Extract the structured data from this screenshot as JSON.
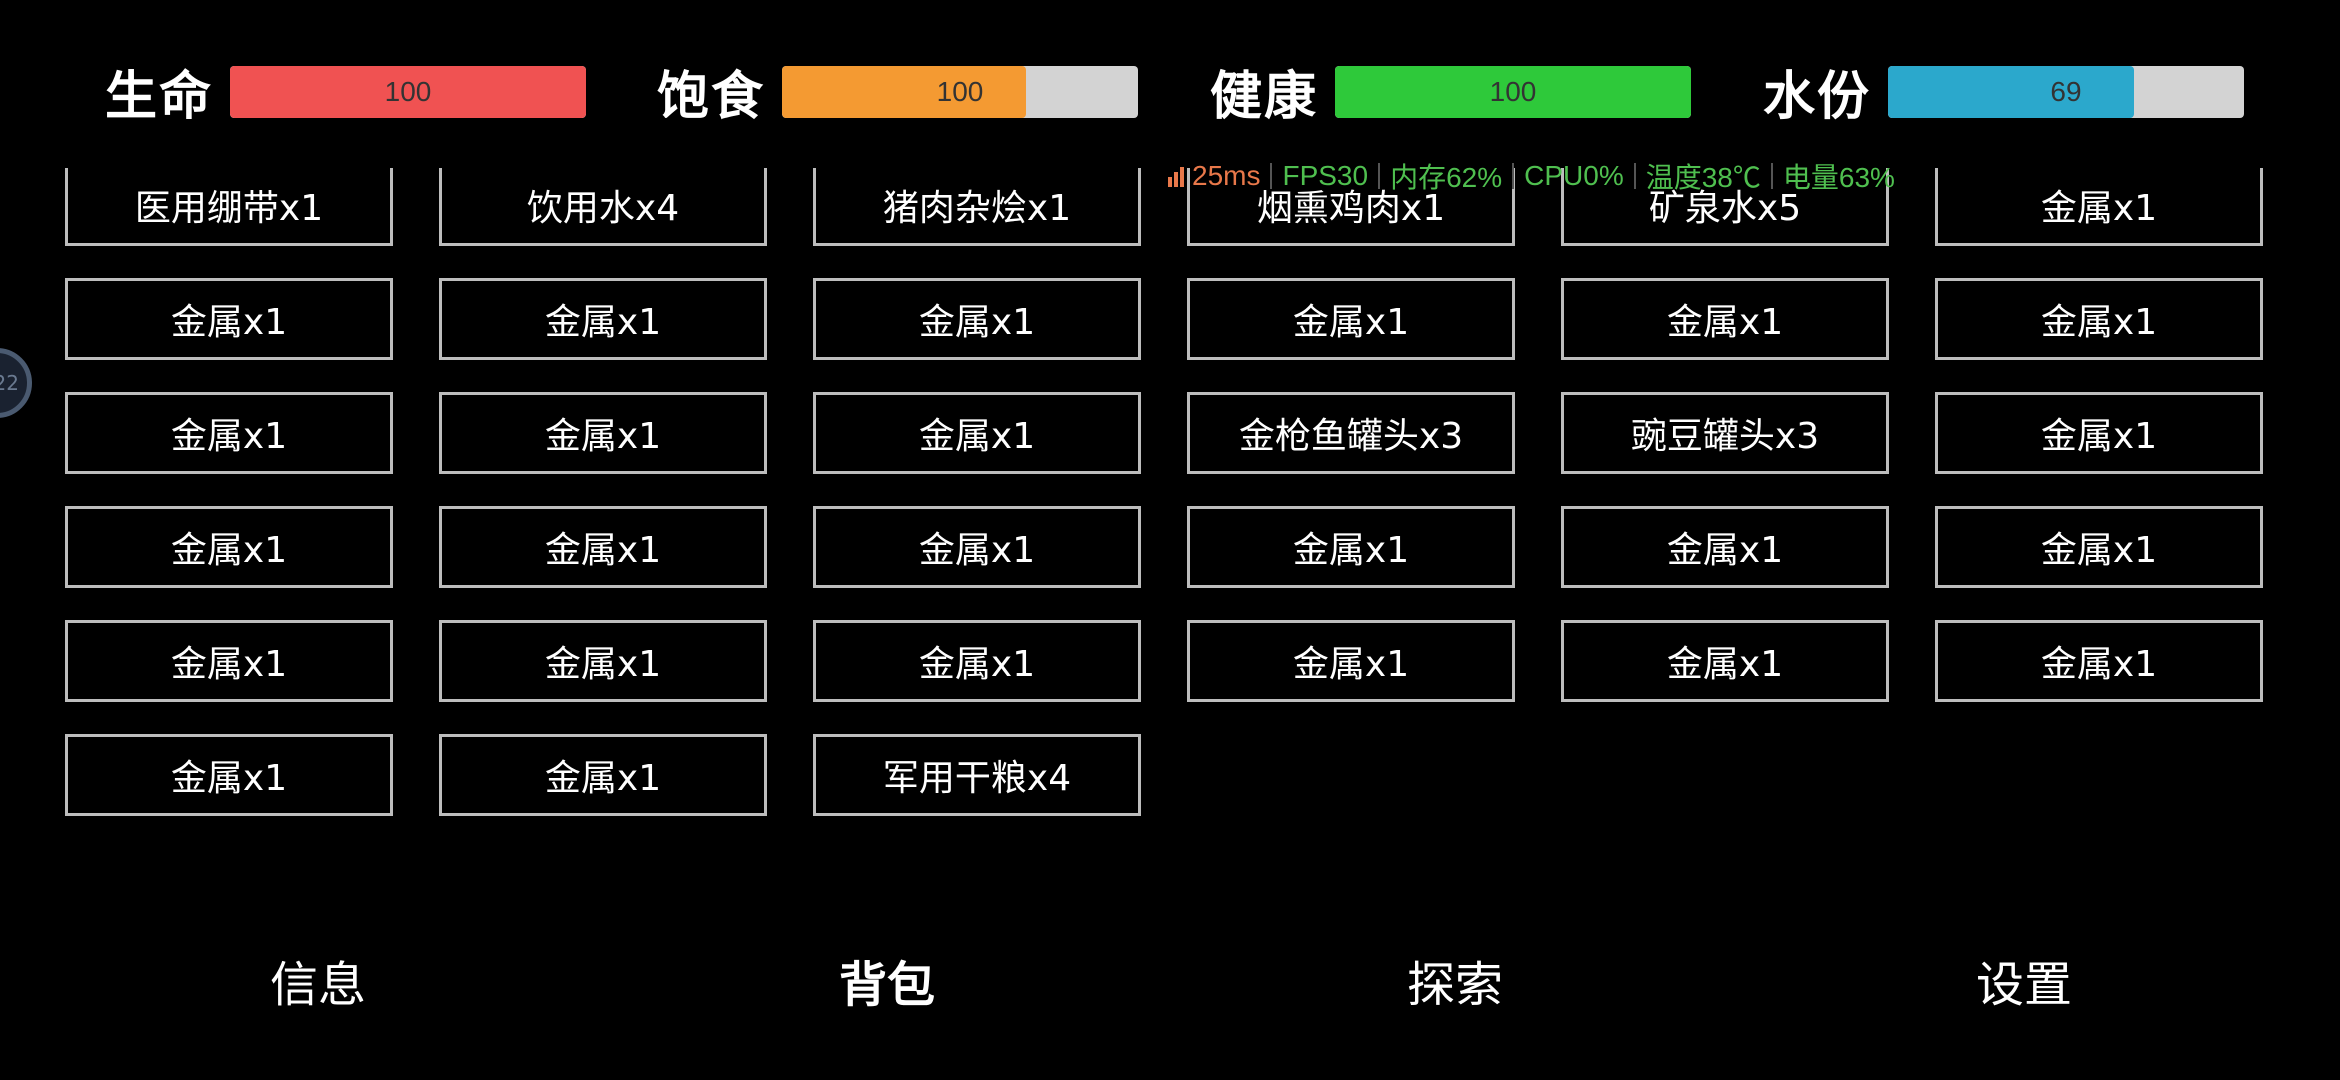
{
  "stats": [
    {
      "label": "生命",
      "value": "100",
      "fill": 1.0,
      "color": "#f05252"
    },
    {
      "label": "饱食",
      "value": "100",
      "fill": 0.685,
      "color": "#f49a32"
    },
    {
      "label": "健康",
      "value": "100",
      "fill": 1.0,
      "color": "#2ec93a"
    },
    {
      "label": "水份",
      "value": "69",
      "fill": 0.69,
      "color": "#2ba8cc"
    }
  ],
  "perf": {
    "ping": "25ms",
    "fps": "FPS30",
    "memory": "内存62%",
    "cpu": "CPU0%",
    "temp": "温度38℃",
    "battery": "电量63%"
  },
  "inventory": [
    [
      "医用绷带x1",
      "饮用水x4",
      "猪肉杂烩x1",
      "烟熏鸡肉x1",
      "矿泉水x5",
      "金属x1"
    ],
    [
      "金属x1",
      "金属x1",
      "金属x1",
      "金属x1",
      "金属x1",
      "金属x1"
    ],
    [
      "金属x1",
      "金属x1",
      "金属x1",
      "金枪鱼罐头x3",
      "豌豆罐头x3",
      "金属x1"
    ],
    [
      "金属x1",
      "金属x1",
      "金属x1",
      "金属x1",
      "金属x1",
      "金属x1"
    ],
    [
      "金属x1",
      "金属x1",
      "金属x1",
      "金属x1",
      "金属x1",
      "金属x1"
    ],
    [
      "金属x1",
      "金属x1",
      "军用干粮x4"
    ]
  ],
  "nav": [
    {
      "label": "信息",
      "active": false
    },
    {
      "label": "背包",
      "active": true
    },
    {
      "label": "探索",
      "active": false
    },
    {
      "label": "设置",
      "active": false
    }
  ],
  "side_handle": {
    "text": "22"
  }
}
